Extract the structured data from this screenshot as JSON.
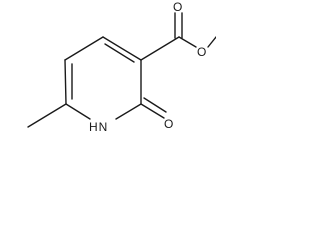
{
  "molecule": {
    "atoms": {
      "carbonyl_o_top": "O",
      "ester_o": "O",
      "ring_nh": "H N",
      "ring_c2_o": "O"
    }
  }
}
